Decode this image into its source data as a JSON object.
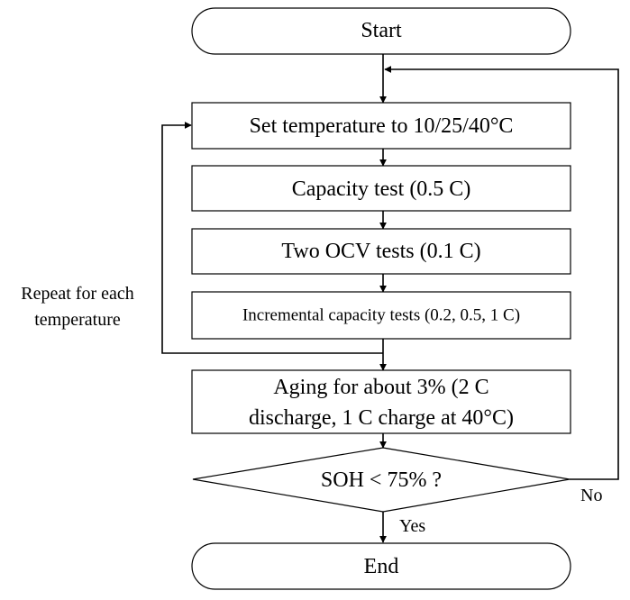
{
  "nodes": {
    "start": "Start",
    "set_temp": "Set temperature to 10/25/40°C",
    "capacity": "Capacity test (0.5 C)",
    "ocv": "Two OCV tests (0.1 C)",
    "incremental": "Incremental capacity tests (0.2, 0.5, 1 C)",
    "aging_line1": "Aging for about 3% (2 C",
    "aging_line2": "discharge, 1 C charge at 40°C)",
    "decision": "SOH < 75% ?",
    "end": "End"
  },
  "labels": {
    "repeat_line1": "Repeat for each",
    "repeat_line2": "temperature",
    "no": "No",
    "yes": "Yes"
  }
}
